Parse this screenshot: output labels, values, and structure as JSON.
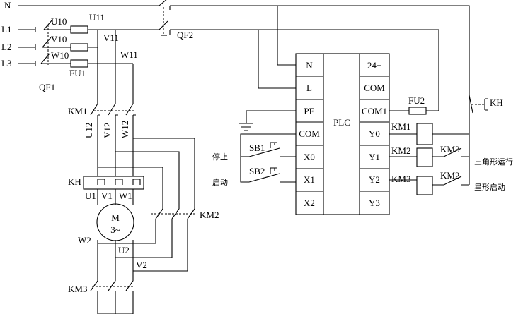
{
  "lines": {
    "n": "N",
    "l1": "L1",
    "l2": "L2",
    "l3": "L3"
  },
  "breakers": {
    "qf1": "QF1",
    "qf2": "QF2"
  },
  "fuses": {
    "fu1": "FU1",
    "fu2": "FU2"
  },
  "nodes": {
    "u10": "U10",
    "v10": "V10",
    "w10": "W10",
    "u11": "U11",
    "v11": "V11",
    "w11": "W11",
    "u12": "U12",
    "v12": "V12",
    "w12": "W12",
    "u2": "U2",
    "v2": "V2",
    "w2": "W2"
  },
  "relay": {
    "label": "KH",
    "u1": "U1",
    "v1": "V1",
    "w1": "W1"
  },
  "motor": {
    "line1": "M",
    "line2": "3~"
  },
  "contactors": {
    "km1": "KM1",
    "km2": "KM2",
    "km3": "KM3"
  },
  "plc": {
    "title": "PLC",
    "left_terminals": [
      "N",
      "L",
      "PE",
      "COM",
      "X0",
      "X1",
      "X2"
    ],
    "right_terminals": [
      "24+",
      "COM",
      "COM1",
      "Y0",
      "Y1",
      "Y2",
      "Y3"
    ]
  },
  "buttons": {
    "sb1": "SB1",
    "sb2": "SB2",
    "stop_label": "停止",
    "start_label": "启动"
  },
  "outputs": {
    "coil_km1": "KM1",
    "coil_km2": "KM2",
    "coil_km3": "KM3",
    "interlock_km3": "KM3",
    "interlock_km2": "KM2",
    "delta_label": "三角形运行",
    "star_label": "星形启动",
    "overload_kh": "KH"
  }
}
